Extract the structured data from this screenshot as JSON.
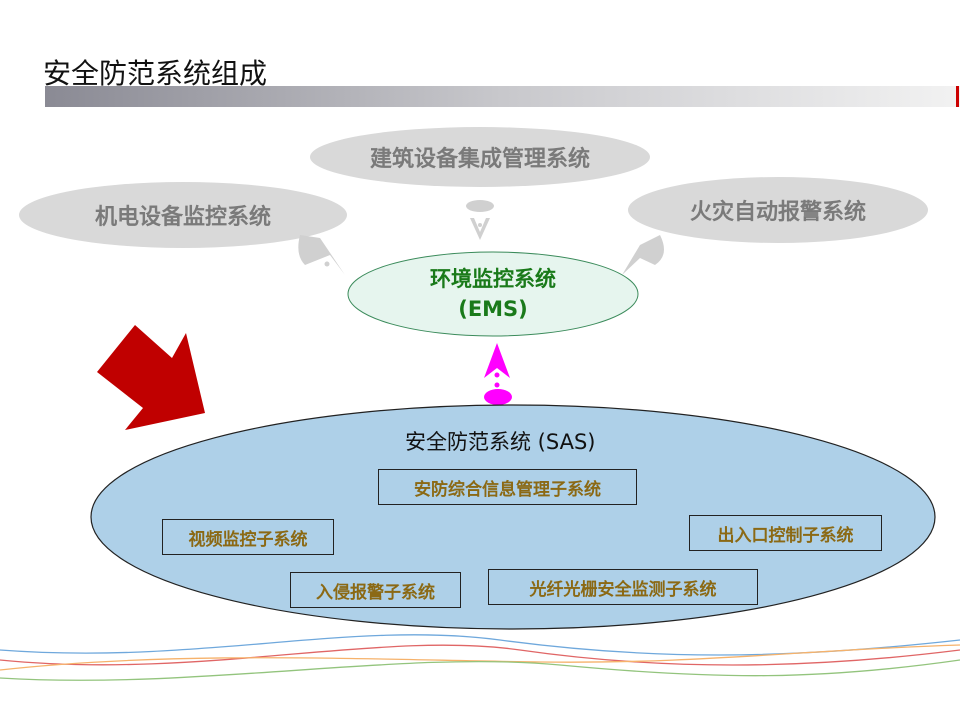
{
  "title": "安全防范系统组成",
  "clouds": {
    "building": "建筑设备集成管理系统",
    "electromech": "机电设备监控系统",
    "fire": "火灾自动报警系统"
  },
  "ems": {
    "line1": "环境监控系统",
    "line2": "(EMS)"
  },
  "sas": {
    "title": "安全防范系统 (SAS)",
    "subsystems": [
      "安防综合信息管理子系统",
      "视频监控子系统",
      "出入口控制子系统",
      "入侵报警子系统",
      "光纤光栅安全监测子系统"
    ]
  },
  "colors": {
    "ems_text": "#1a7a1a",
    "sub_text": "#8b6914",
    "sas_fill": "#aed0e8",
    "arrow_red": "#c00000",
    "arrow_magenta": "#ff00ff"
  }
}
